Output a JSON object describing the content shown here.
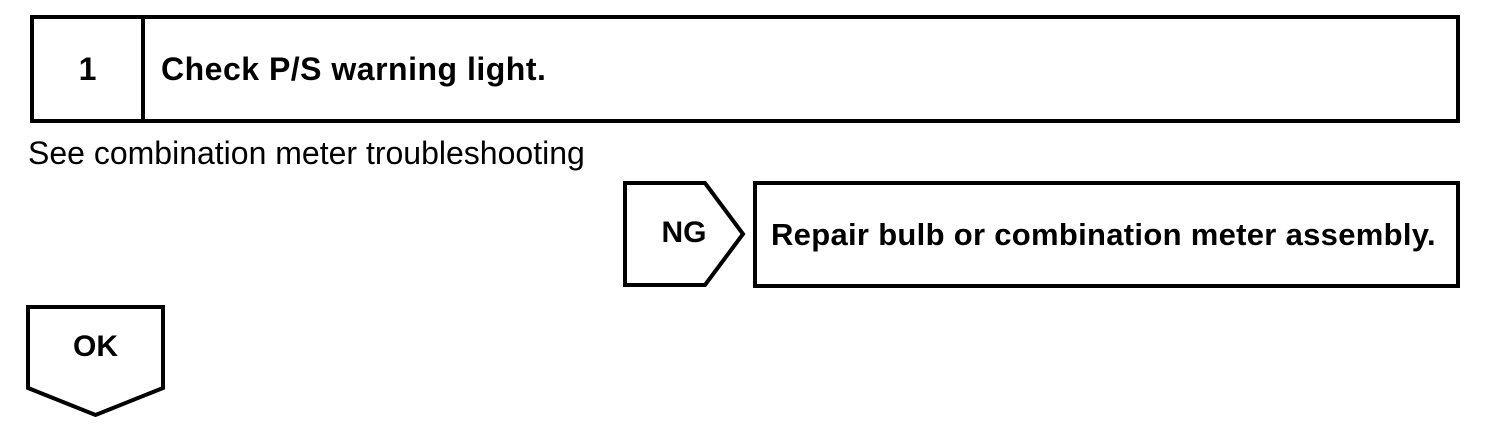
{
  "document": {
    "background_color": "#ffffff",
    "line_color": "#000000"
  },
  "flowchart": {
    "step": {
      "number": "1",
      "title": "Check P/S warning light."
    },
    "note": "See combination meter troubleshooting",
    "ng_branch": {
      "label": "NG",
      "action": "Repair bulb or combination meter assembly."
    },
    "ok_branch": {
      "label": "OK"
    }
  }
}
